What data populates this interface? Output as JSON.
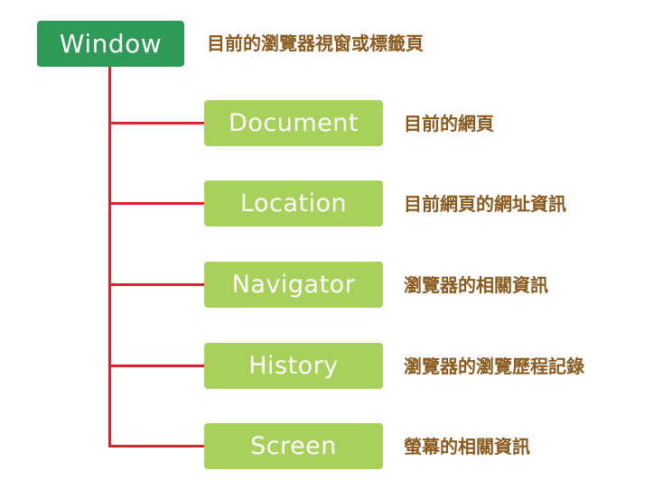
{
  "root": {
    "label": "Window",
    "description": "目前的瀏覽器視窗或標籤頁"
  },
  "children": [
    {
      "label": "Document",
      "description": "目前的網頁"
    },
    {
      "label": "Location",
      "description": "目前網頁的網址資訊"
    },
    {
      "label": "Navigator",
      "description": "瀏覽器的相關資訊"
    },
    {
      "label": "History",
      "description": "瀏覽器的瀏覽歷程記錄"
    },
    {
      "label": "Screen",
      "description": "螢幕的相關資訊"
    }
  ],
  "colors": {
    "root_box": "#2f9a57",
    "child_box": "#a8d15c",
    "connector": "#d9252f",
    "description_text": "#8a5a1e",
    "box_text": "#ffffff"
  }
}
